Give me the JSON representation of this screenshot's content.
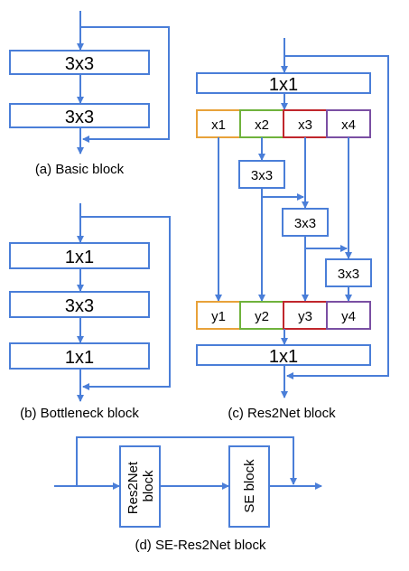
{
  "basic": {
    "conv1": "3x3",
    "conv2": "3x3",
    "caption": "(a) Basic block"
  },
  "bottleneck": {
    "conv1": "1x1",
    "conv2": "3x3",
    "conv3": "1x1",
    "caption": "(b) Bottleneck block"
  },
  "res2net": {
    "top_conv": "1x1",
    "x": [
      "x1",
      "x2",
      "x3",
      "x4"
    ],
    "mid": [
      "3x3",
      "3x3",
      "3x3"
    ],
    "y": [
      "y1",
      "y2",
      "y3",
      "y4"
    ],
    "bottom_conv": "1x1",
    "caption": "(c) Res2Net block",
    "split_colors": [
      "#e8a23a",
      "#6fb23c",
      "#c0262c",
      "#7a4fa3"
    ]
  },
  "se_res2net": {
    "res2net_label": "Res2Net block",
    "se_label": "SE block",
    "caption": "(d) SE-Res2Net block"
  },
  "colors": {
    "accent": "#4a7ed8"
  }
}
